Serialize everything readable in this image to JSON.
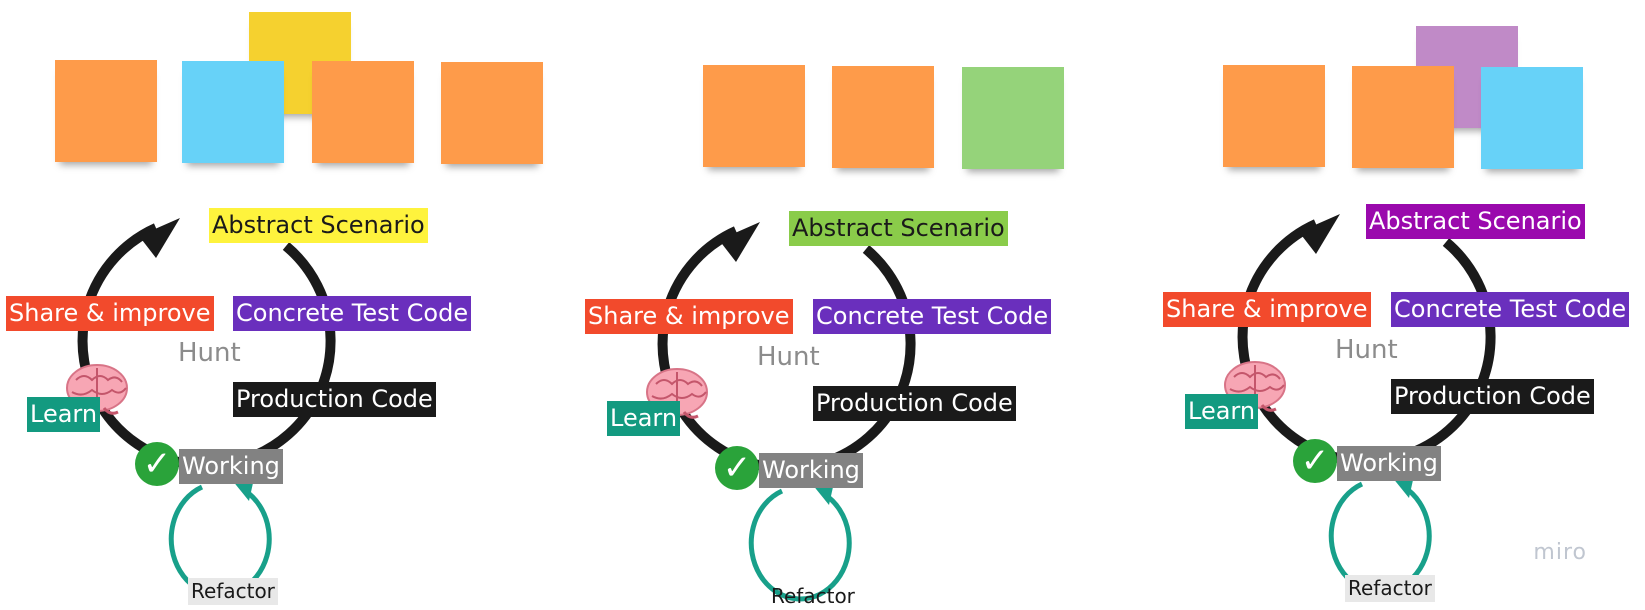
{
  "colors": {
    "orange": "#fe9b4a",
    "blue": "#67d2f8",
    "yellow": "#f5d12f",
    "green": "#95d37a",
    "violet": "#c08ac7",
    "abstract_bg": [
      "#fef33d",
      "#8acc4a",
      "#9a09ad"
    ],
    "share_bg": "#f24a2c",
    "concrete_bg": "#6a2fbd",
    "production_bg": "#1a1a1a",
    "learn_bg": "#139a80",
    "working_bg": "#828282",
    "loop_black": "#1a1a1a",
    "loop_teal": "#18a08a"
  },
  "diagrams": [
    {
      "stickies": [
        "orange",
        "blue",
        "yellow",
        "orange",
        "orange"
      ],
      "labels": {
        "abstract": "Abstract Scenario",
        "share": "Share & improve",
        "concrete": "Concrete Test Code",
        "hunt": "Hunt",
        "production": "Production Code",
        "learn": "Learn",
        "working": "Working",
        "refactor": "Refactor"
      },
      "icons": [
        "brain-icon",
        "checkmark-icon"
      ]
    },
    {
      "stickies": [
        "orange",
        "orange",
        "green"
      ],
      "labels": {
        "abstract": "Abstract Scenario",
        "share": "Share & improve",
        "concrete": "Concrete Test Code",
        "hunt": "Hunt",
        "production": "Production Code",
        "learn": "Learn",
        "working": "Working",
        "refactor": "Refactor"
      },
      "icons": [
        "brain-icon",
        "checkmark-icon"
      ]
    },
    {
      "stickies": [
        "orange",
        "orange",
        "violet",
        "blue"
      ],
      "labels": {
        "abstract": "Abstract Scenario",
        "share": "Share & improve",
        "concrete": "Concrete Test Code",
        "hunt": "Hunt",
        "production": "Production Code",
        "learn": "Learn",
        "working": "Working",
        "refactor": "Refactor"
      },
      "icons": [
        "brain-icon",
        "checkmark-icon"
      ]
    }
  ],
  "check_glyph": "✓",
  "watermark": "miro"
}
